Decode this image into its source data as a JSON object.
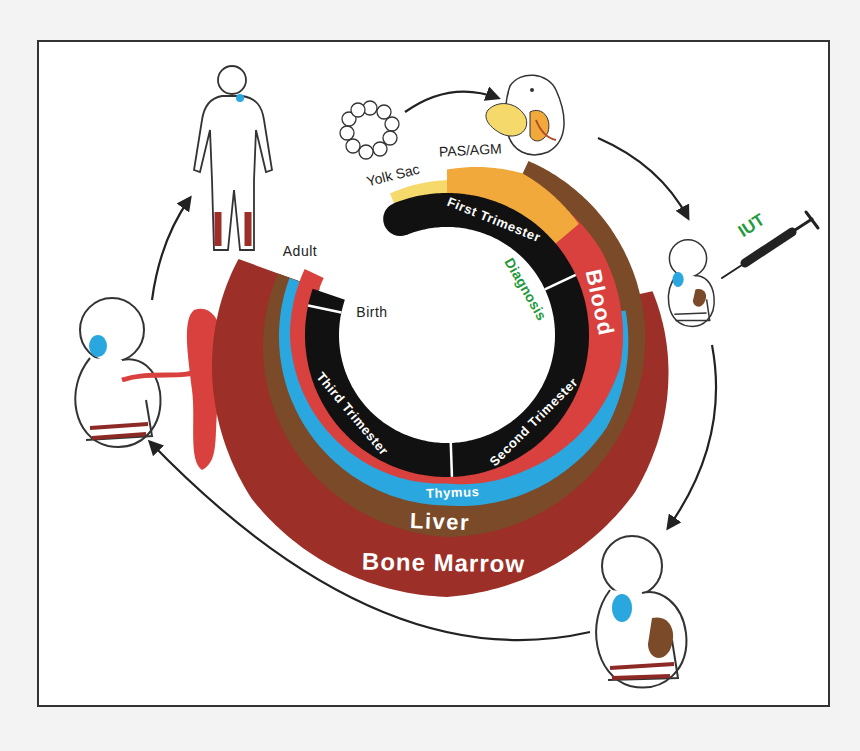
{
  "diagram": {
    "nodes": [
      {
        "text": [
          "Yolk Sac"
        ]
      },
      {
        "text": [
          "PAS/AGM"
        ]
      },
      {
        "text": [
          "First Trimester",
          "Second Trimester",
          "Third Trimester"
        ]
      },
      {
        "text": [
          "Blood"
        ]
      },
      {
        "text": [
          "Thymus"
        ]
      },
      {
        "text": [
          "Liver"
        ]
      },
      {
        "text": [
          "Bone Marrow"
        ]
      }
    ],
    "labels": [
      "Birth",
      "Adult",
      "Diagnosis",
      "IUT"
    ]
  }
}
